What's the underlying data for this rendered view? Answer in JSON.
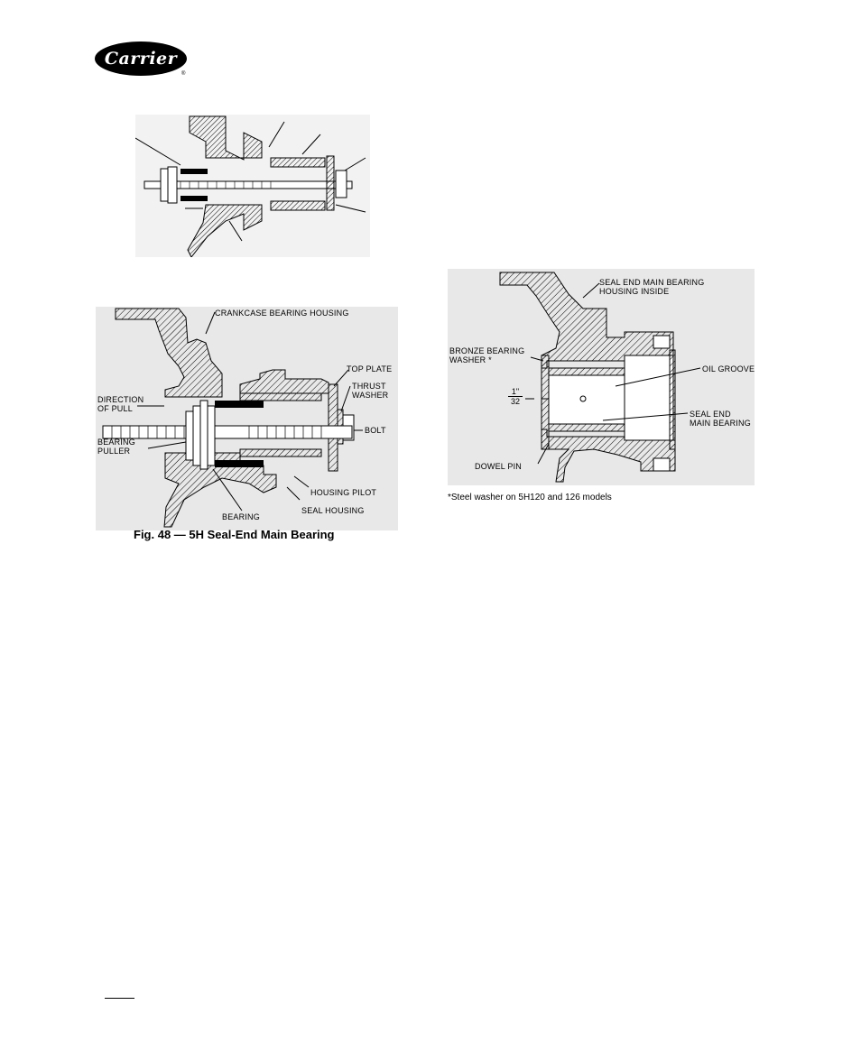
{
  "brand": {
    "name": "Carrier",
    "reg_mark": "®"
  },
  "figure_48": {
    "caption": "Fig. 48 — 5H Seal-End Main Bearing",
    "labels": {
      "crankcase_bearing_housing": "CRANKCASE BEARING HOUSING",
      "top_plate": "TOP PLATE",
      "thrust_washer_1": "THRUST",
      "thrust_washer_2": "WASHER",
      "direction_of_pull_1": "DIRECTION",
      "direction_of_pull_2": "OF PULL",
      "bolt": "BOLT",
      "bearing_puller_1": "BEARING",
      "bearing_puller_2": "PULLER",
      "housing_pilot": "HOUSING PILOT",
      "seal_housing": "SEAL HOUSING",
      "bearing": "BEARING"
    }
  },
  "figure_right": {
    "labels": {
      "housing_inside_1": "SEAL END MAIN BEARING",
      "housing_inside_2": "HOUSING INSIDE",
      "bronze_washer_1": "BRONZE BEARING",
      "bronze_washer_2": "WASHER *",
      "oil_groove": "OIL GROOVE",
      "fraction_num": "1\"",
      "fraction_den": "32",
      "seal_end_1": "SEAL END",
      "seal_end_2": "MAIN BEARING",
      "dowel_pin": "DOWEL PIN"
    },
    "footnote": "*Steel washer on 5H120 and 126 models"
  },
  "colors": {
    "ink": "#000000",
    "figure_bg": "#e8e8e8",
    "paper": "#ffffff"
  }
}
